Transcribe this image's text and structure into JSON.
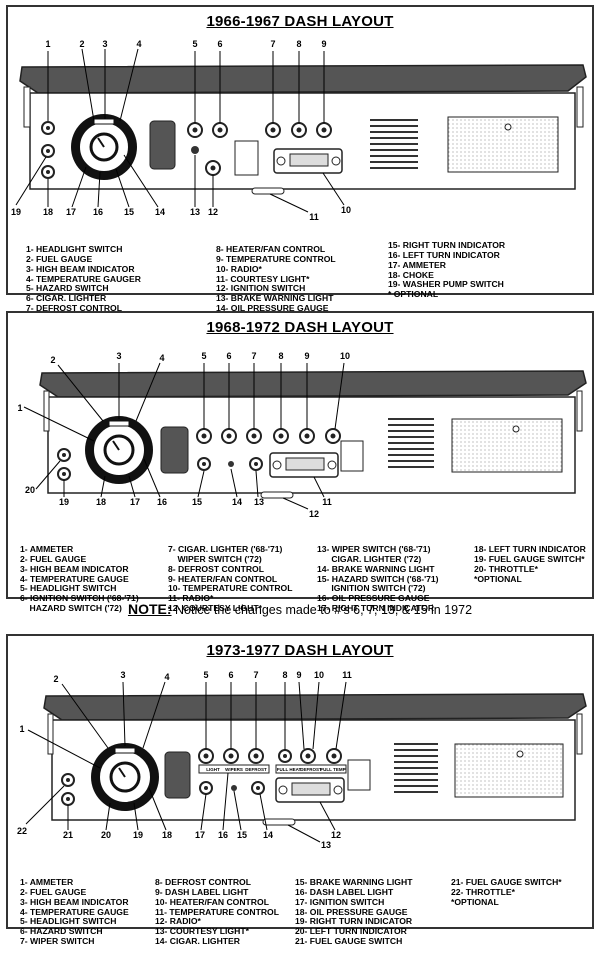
{
  "d1": {
    "title": "1966-1967 DASH LAYOUT",
    "numbers": [
      "1",
      "2",
      "3",
      "4",
      "5",
      "6",
      "7",
      "8",
      "9",
      "10",
      "11",
      "12",
      "13",
      "14",
      "15",
      "16",
      "17",
      "18",
      "19"
    ],
    "legend": [
      [
        "1- HEADLIGHT SWITCH",
        "2- FUEL GAUGE",
        "3- HIGH BEAM INDICATOR",
        "4- TEMPERATURE GAUGER",
        "5- HAZARD SWITCH",
        "6- CIGAR. LIGHTER",
        "7- DEFROST CONTROL"
      ],
      [
        "8- HEATER/FAN CONTROL",
        "9- TEMPERATURE CONTROL",
        "10- RADIO*",
        "11- COURTESY LIGHT*",
        "12- IGNITION SWITCH",
        "13- BRAKE WARNING LIGHT",
        "14- OIL PRESSURE GAUGE"
      ],
      [
        "15- RIGHT TURN INDICATOR",
        "16- LEFT TURN INDICATOR",
        "17- AMMETER",
        "18- CHOKE",
        "19- WASHER PUMP SWITCH",
        "",
        "* OPTIONAL"
      ]
    ]
  },
  "d2": {
    "title": "1968-1972 DASH LAYOUT",
    "numbers": [
      "1",
      "2",
      "3",
      "4",
      "5",
      "6",
      "7",
      "8",
      "9",
      "10",
      "11",
      "12",
      "13",
      "14",
      "15",
      "16",
      "17",
      "18",
      "19",
      "20"
    ],
    "legend": [
      [
        "1- AMMETER",
        "2- FUEL GAUGE",
        "3- HIGH BEAM INDICATOR",
        "4- TEMPERATURE GAUGE",
        "5- HEADLIGHT SWITCH",
        "6- IGNITION SWITCH ('68-'71)",
        "    HAZARD SWITCH ('72)"
      ],
      [
        "7- CIGAR. LIGHTER ('68-'71)",
        "    WIPER SWITCH ('72)",
        "8- DEFROST CONTROL",
        "9- HEATER/FAN CONTROL",
        "10- TEMPERATURE CONTROL",
        "11- RADIO*",
        "12- COURTESY LIGHT*"
      ],
      [
        "13- WIPER SWITCH ('68-'71)",
        "      CIGAR. LIGHTER ('72)",
        "14- BRAKE WARNING LIGHT",
        "15- HAZARD SWITCH ('68-'71)",
        "      IGNITION SWITCH ('72)",
        "16- OIL PRESSURE GAUGE",
        "17- RIGHT TURN INDICATOR"
      ],
      [
        "18- LEFT TURN INDICATOR",
        "19- FUEL GAUGE SWITCH*",
        "20- THROTTLE*",
        "",
        "*OPTIONAL"
      ]
    ]
  },
  "note": {
    "label": "NOTE:",
    "text": " Notice the changes made to #'s 6, 7, 13, & 15 in 1972"
  },
  "d3": {
    "title": "1973-1977 DASH LAYOUT",
    "numbers": [
      "1",
      "2",
      "3",
      "4",
      "5",
      "6",
      "7",
      "8",
      "9",
      "10",
      "11",
      "12",
      "13",
      "14",
      "15",
      "16",
      "17",
      "18",
      "19",
      "20",
      "21",
      "22"
    ],
    "small_labels": [
      "LIGHT",
      "WIPERS",
      "DEFROST",
      "FULL HEAT",
      "DEFROST",
      "FULL TEMP"
    ],
    "legend": [
      [
        "1- AMMETER",
        "2- FUEL GAUGE",
        "3- HIGH BEAM INDICATOR",
        "4- TEMPERATURE GAUGE",
        "5- HEADLIGHT SWITCH",
        "6- HAZARD SWITCH",
        "7- WIPER SWITCH"
      ],
      [
        "8- DEFROST CONTROL",
        "9- DASH LABEL LIGHT",
        "10- HEATER/FAN CONTROL",
        "11- TEMPERATURE CONTROL",
        "12- RADIO*",
        "13- COURTESY LIGHT*",
        "14- CIGAR. LIGHTER"
      ],
      [
        "15- BRAKE WARNING LIGHT",
        "16- DASH LABEL LIGHT",
        "17- IGNITION SWITCH",
        "18- OIL PRESSURE GAUGE",
        "19- RIGHT TURN INDICATOR",
        "20- LEFT TURN INDICATOR",
        "21- FUEL GAUGE SWITCH"
      ],
      [
        "21- FUEL GAUGE SWITCH*",
        "22- THROTTLE*",
        "",
        "*OPTIONAL"
      ]
    ]
  }
}
